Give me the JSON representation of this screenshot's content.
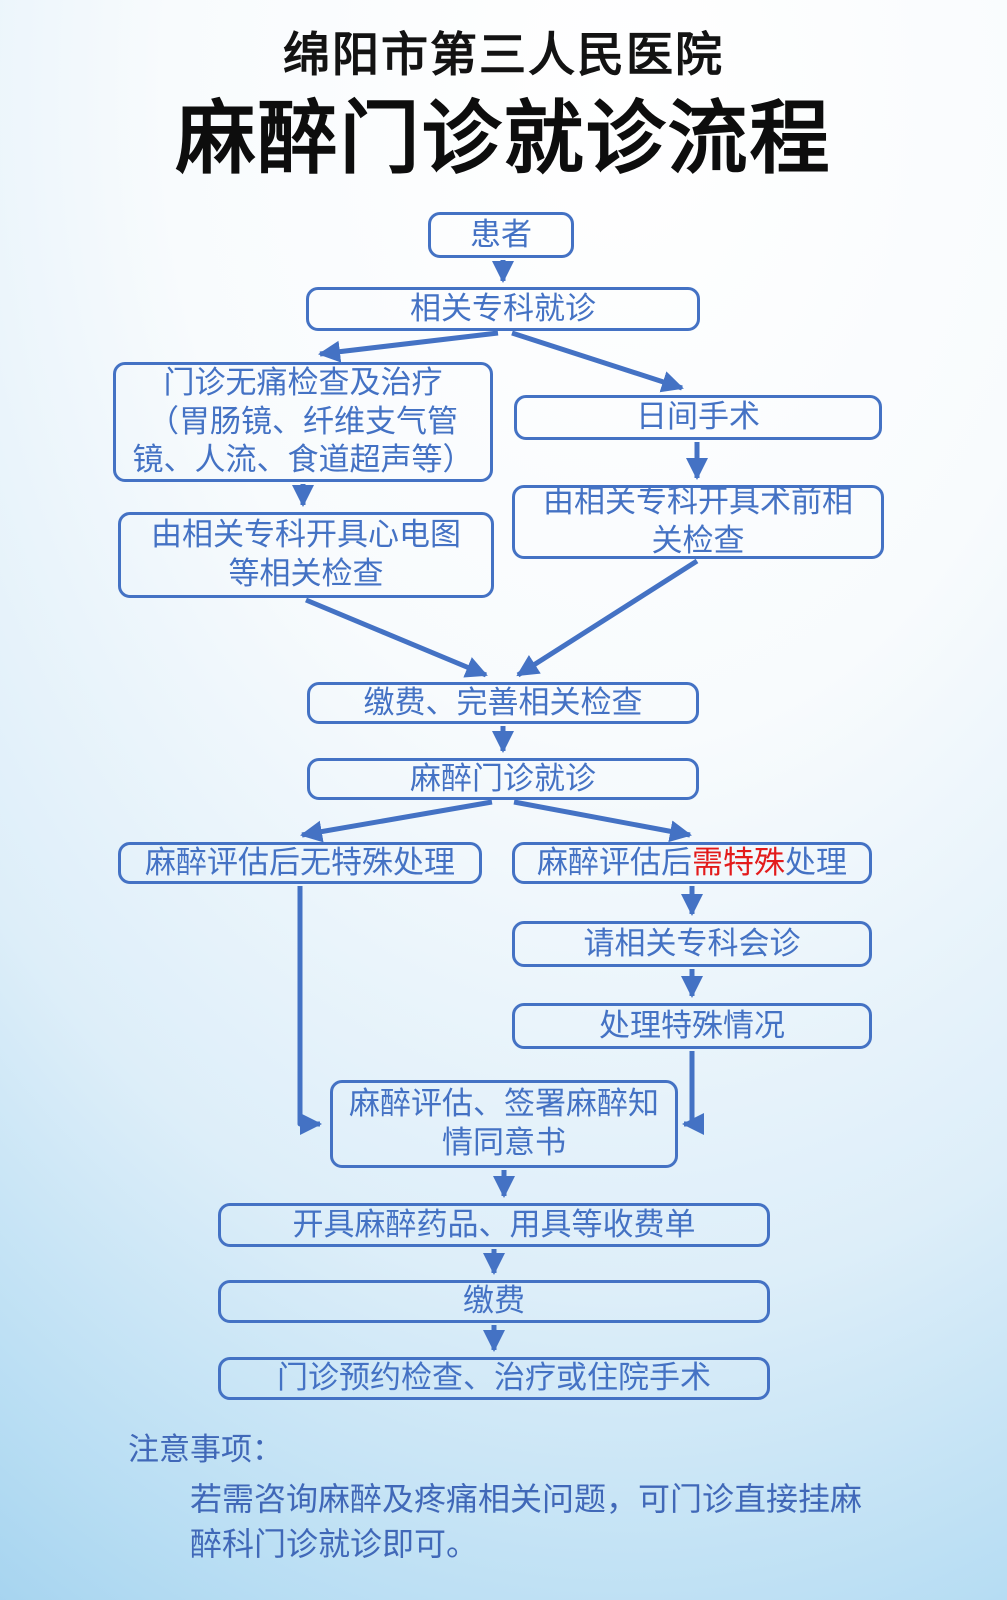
{
  "title": {
    "hospital": "绵阳市第三人民医院",
    "main": "麻醉门诊就诊流程"
  },
  "colors": {
    "accent_blue": "#4472C4",
    "highlight_red": "#e31b1b",
    "title_black": "#111111",
    "background_blue": "#9dcfee"
  },
  "flow": {
    "patient": "患者",
    "specialty_visit": "相关专科就诊",
    "painless_exam": "门诊无痛检查及治疗\n（胃肠镜、纤维支气管\n镜、人流、食道超声等）",
    "day_surgery": "日间手术",
    "ecg_orders": "由相关专科开具心电图\n等相关检查",
    "preop_orders": "由相关专科开具术前相\n关检查",
    "pay_complete_exams": "缴费、完善相关检查",
    "anesthesia_clinic": "麻醉门诊就诊",
    "no_special": "麻醉评估后无特殊处理",
    "special": {
      "prefix": "麻醉评估后",
      "highlight": "需特殊",
      "suffix": "处理"
    },
    "consult": "请相关专科会诊",
    "handle_special": "处理特殊情况",
    "assessment_consent": "麻醉评估、签署麻醉知\n情同意书",
    "charge_sheet": "开具麻醉药品、用具等收费单",
    "pay": "缴费",
    "appointment": "门诊预约检查、治疗或住院手术"
  },
  "notes": {
    "heading": "注意事项：",
    "body": "若需咨询麻醉及疼痛相关问题，可门诊直接挂麻\n醉科门诊就诊即可。"
  }
}
